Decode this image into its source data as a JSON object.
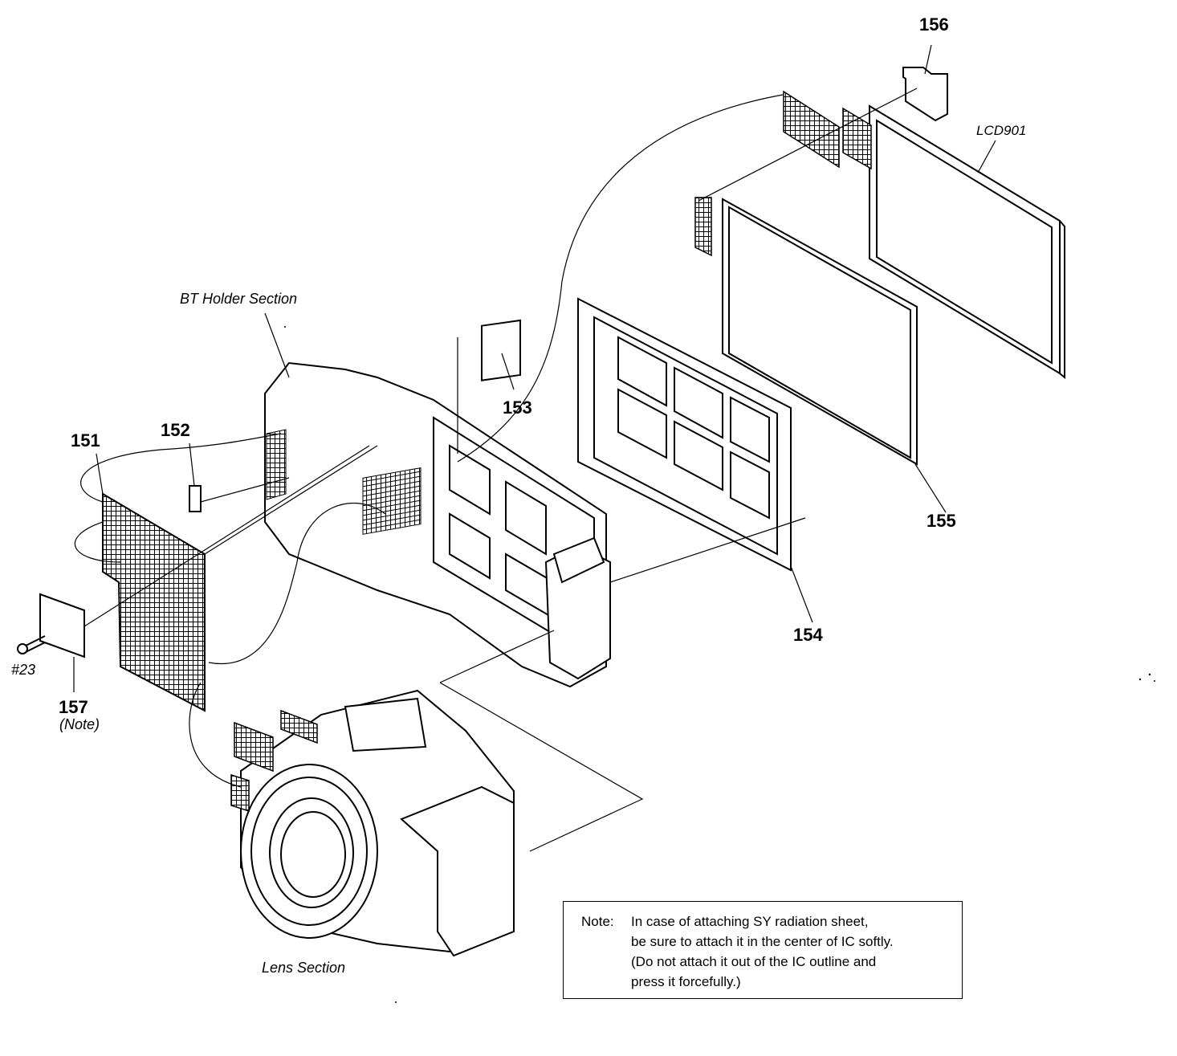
{
  "parts": {
    "p151": "151",
    "p152": "152",
    "p153": "153",
    "p154": "154",
    "p155": "155",
    "p156": "156",
    "p157": "157",
    "p157_note": "(Note)",
    "screw": "#23",
    "lcd": "LCD901"
  },
  "sections": {
    "bt_holder": "BT Holder Section",
    "lens": "Lens Section"
  },
  "note": {
    "heading": "Note:",
    "lines": [
      "In case of attaching SY radiation sheet,",
      "be sure to attach it in the center of IC softly.",
      "(Do not attach it out of the IC outline and",
      "press it forcefully.)"
    ]
  }
}
